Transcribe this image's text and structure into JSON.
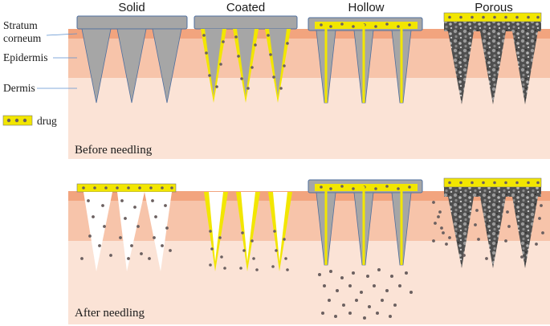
{
  "columns": [
    "Solid",
    "Coated",
    "Hollow",
    "Porous"
  ],
  "layers": {
    "stratum_line1": "Stratum",
    "stratum_line2": "corneum",
    "epidermis": "Epidermis",
    "dermis": "Dermis"
  },
  "legend": {
    "drug": "drug"
  },
  "states": {
    "before": "Before needling",
    "after": "After needling"
  },
  "colors": {
    "stratum": "#f2a47e",
    "epidermis": "#f7c4aa",
    "dermis": "#fbe3d6",
    "needle": "#a6a6a6",
    "needle_edge": "#4f6f9f",
    "drug": "#f2e600",
    "drug_dot": "#6b6060",
    "porous": "#5a5a5a"
  }
}
